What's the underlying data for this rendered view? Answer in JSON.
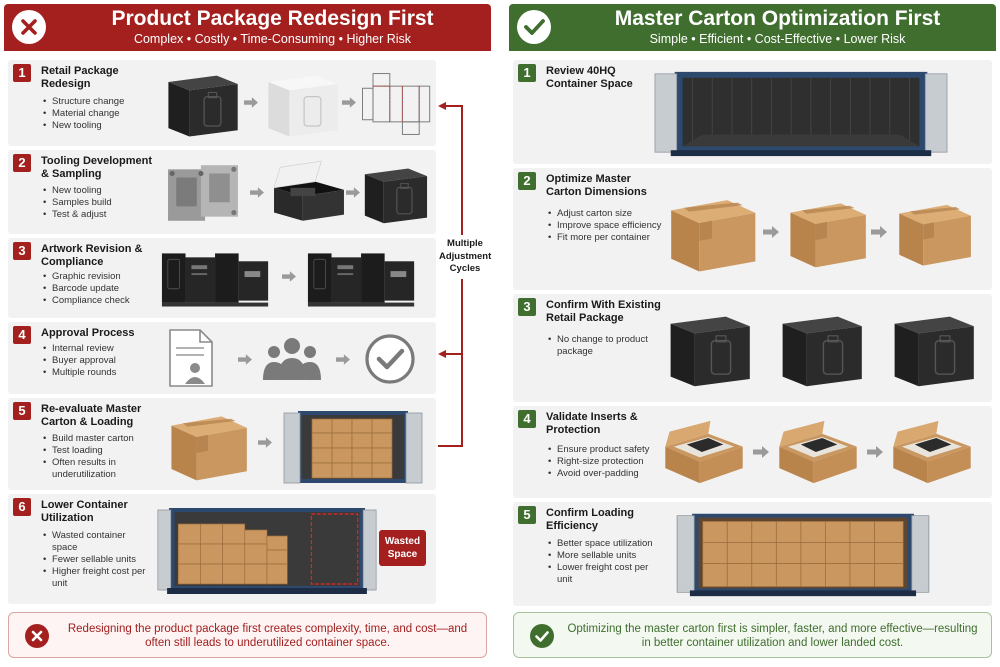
{
  "colors": {
    "red": "#a3201f",
    "green": "#3f6e2f",
    "kraft": "#c9975f",
    "dark_box": "#2b2b2b",
    "container_blue": "#2d4a6e"
  },
  "left": {
    "title": "Product Package Redesign First",
    "subtitle": "Complex • Costly • Time-Consuming • Higher Risk",
    "header_icon": "x-circle-icon",
    "steps": [
      {
        "num": "1",
        "title": "Retail Package Redesign",
        "bullets": [
          "Structure change",
          "Material change",
          "New tooling"
        ]
      },
      {
        "num": "2",
        "title": "Tooling Development & Sampling",
        "bullets": [
          "New tooling",
          "Samples build",
          "Test & adjust"
        ]
      },
      {
        "num": "3",
        "title": "Artwork Revision & Compliance",
        "bullets": [
          "Graphic revision",
          "Barcode update",
          "Compliance check"
        ]
      },
      {
        "num": "4",
        "title": "Approval Process",
        "bullets": [
          "Internal review",
          "Buyer approval",
          "Multiple rounds"
        ]
      },
      {
        "num": "5",
        "title": "Re-evaluate Master Carton & Loading",
        "bullets": [
          "Build master carton",
          "Test loading",
          "Often results in underutilization"
        ]
      },
      {
        "num": "6",
        "title": "Lower Container Utilization",
        "bullets": [
          "Wasted container space",
          "Fewer sellable units",
          "Higher freight cost per unit"
        ]
      }
    ],
    "cycle_label": "Multiple Adjustment Cycles",
    "wasted_label": "Wasted Space",
    "footer": "Redesigning the product package first creates complexity, time, and cost—and often still leads to underutilized container space."
  },
  "right": {
    "title": "Master Carton Optimization First",
    "subtitle": "Simple • Efficient • Cost-Effective • Lower Risk",
    "header_icon": "check-circle-icon",
    "steps": [
      {
        "num": "1",
        "title": "Review 40HQ Container Space",
        "bullets": []
      },
      {
        "num": "2",
        "title": "Optimize Master Carton Dimensions",
        "bullets": [
          "Adjust carton size",
          "Improve space efficiency",
          "Fit more per container"
        ]
      },
      {
        "num": "3",
        "title": "Confirm With Existing Retail Package",
        "bullets": [
          "No change to product package"
        ]
      },
      {
        "num": "4",
        "title": "Validate Inserts & Protection",
        "bullets": [
          "Ensure product safety",
          "Right-size protection",
          "Avoid over-padding"
        ]
      },
      {
        "num": "5",
        "title": "Confirm Loading Efficiency",
        "bullets": [
          "Better space utilization",
          "More sellable units",
          "Lower freight cost per unit"
        ]
      }
    ],
    "footer": "Optimizing the master carton first is simpler, faster, and more effective—resulting in better container utilization and lower landed cost."
  }
}
